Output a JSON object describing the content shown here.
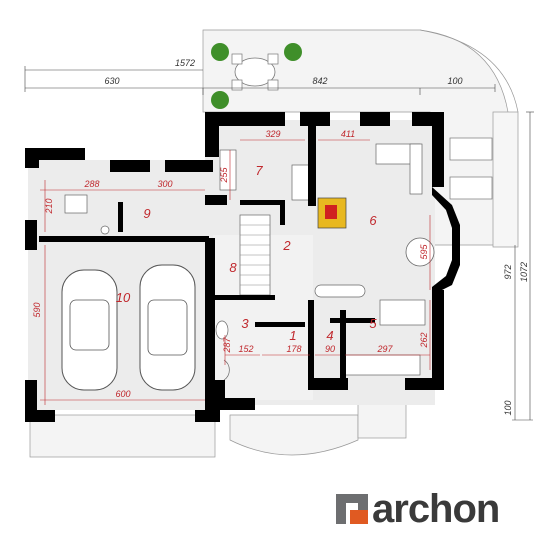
{
  "plan": {
    "outer_dimensions": {
      "total_width": "1572",
      "left_width": "630",
      "right_width": "842",
      "right_tail": "100",
      "total_height": "1072",
      "main_height": "972",
      "bottom_height": "100"
    },
    "inner_dimensions": {
      "d288": "288",
      "d300": "300",
      "d210": "210",
      "d590": "590",
      "d600": "600",
      "d329": "329",
      "d411": "411",
      "d255": "255",
      "d595": "595",
      "d262": "262",
      "d297": "297",
      "d287": "287",
      "d152": "152",
      "d178": "178",
      "d90": "90"
    },
    "rooms": {
      "r1": "1",
      "r2": "2",
      "r3": "3",
      "r4": "4",
      "r5": "5",
      "r6": "6",
      "r7": "7",
      "r8": "8",
      "r9": "9",
      "r10": "10"
    },
    "colors": {
      "wall": "#000000",
      "floor": "#ececec",
      "terrace": "#f4f4f4",
      "dimension_red": "#c0282d",
      "fireplace": "#e8b820",
      "fire": "#d02020",
      "plant": "#3f8f2a"
    }
  },
  "brand": {
    "name": "archon",
    "logo_icon": "archon-logo-icon"
  }
}
